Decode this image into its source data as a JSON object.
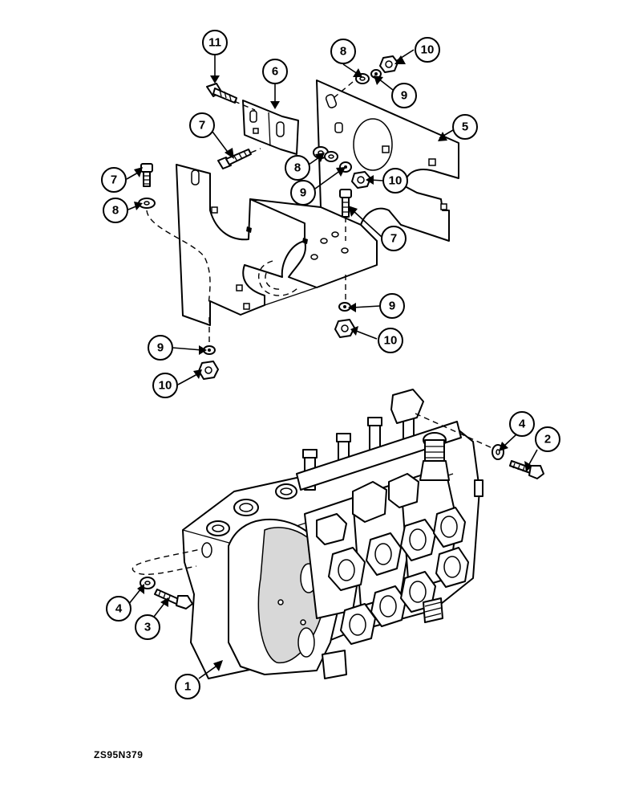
{
  "figure_code": "ZS95N379",
  "callouts": [
    {
      "label": "11",
      "part": "bolt"
    },
    {
      "label": "6",
      "part": "angle-bracket"
    },
    {
      "label": "8",
      "part": "flat-washer"
    },
    {
      "label": "10",
      "part": "nut"
    },
    {
      "label": "9",
      "part": "lock-washer"
    },
    {
      "label": "5",
      "part": "mounting-plate"
    },
    {
      "label": "7",
      "part": "bolt"
    },
    {
      "label": "8",
      "part": "flat-washer"
    },
    {
      "label": "9",
      "part": "lock-washer"
    },
    {
      "label": "10",
      "part": "nut"
    },
    {
      "label": "7",
      "part": "bolt"
    },
    {
      "label": "8",
      "part": "flat-washer"
    },
    {
      "label": "7",
      "part": "bolt"
    },
    {
      "label": "9",
      "part": "lock-washer"
    },
    {
      "label": "10",
      "part": "nut"
    },
    {
      "label": "9",
      "part": "lock-washer"
    },
    {
      "label": "10",
      "part": "nut"
    },
    {
      "label": "4",
      "part": "washer"
    },
    {
      "label": "2",
      "part": "bolt"
    },
    {
      "label": "4",
      "part": "washer"
    },
    {
      "label": "3",
      "part": "bolt"
    },
    {
      "label": "1",
      "part": "control-valve"
    }
  ]
}
